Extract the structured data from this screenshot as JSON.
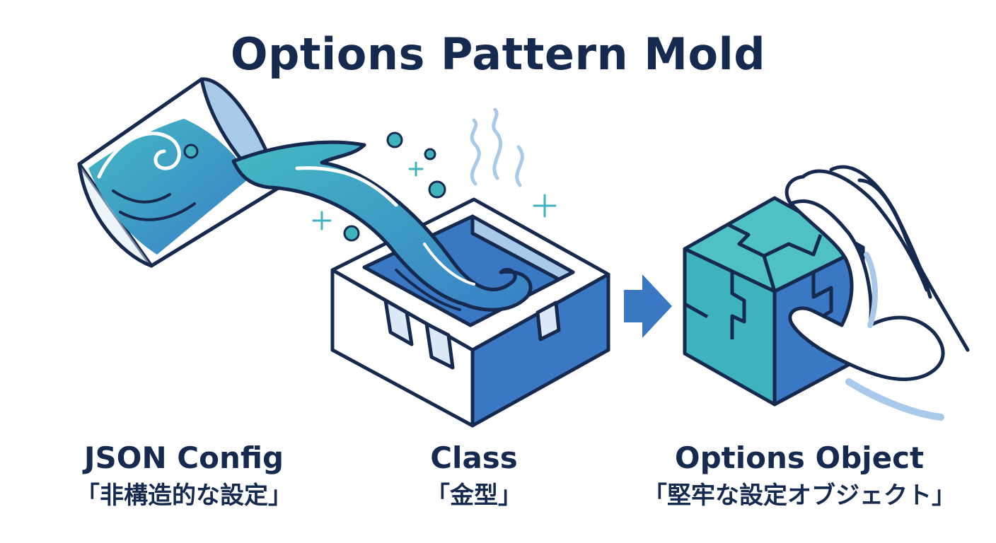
{
  "title": "Options Pattern Mold",
  "steps": [
    {
      "title": "JSON Config",
      "subtitle": "「非構造的な設定」"
    },
    {
      "title": "Class",
      "subtitle": "「金型」"
    },
    {
      "title": "Options Object",
      "subtitle": "「堅牢な設定オブジェクト」"
    }
  ],
  "colors": {
    "navy": "#16294f",
    "blue": "#3a78c4",
    "teal": "#3fb3bd",
    "light_blue": "#a9c9ea",
    "pale": "#dbe9f6"
  },
  "icons": [
    "glass-icon",
    "liquid-stream-icon",
    "mold-box-icon",
    "arrow-right-icon",
    "puzzle-cube-icon",
    "hand-icon",
    "steam-icon",
    "sparkle-icon",
    "bubble-icon"
  ]
}
